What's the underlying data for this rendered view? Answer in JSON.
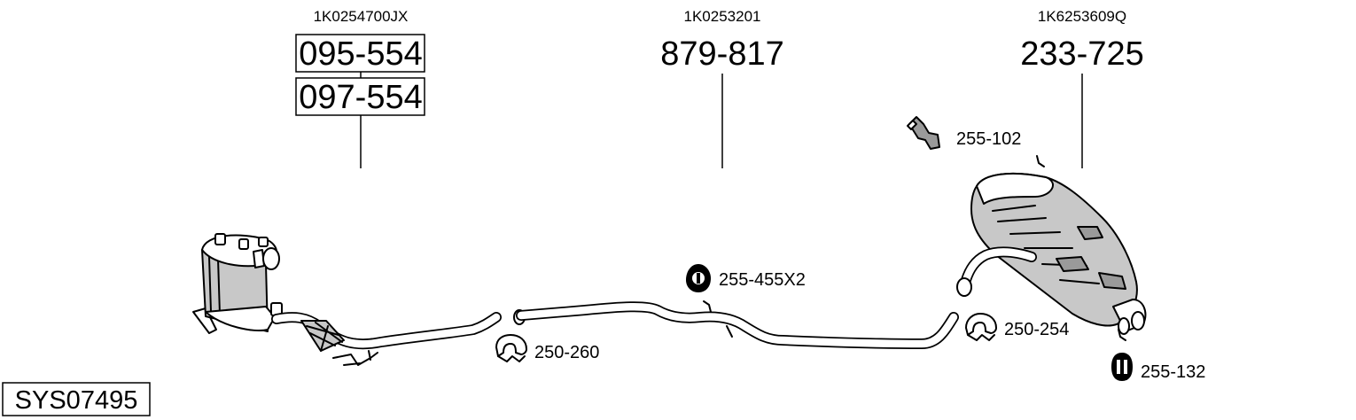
{
  "system_code": "SYS07495",
  "oem_numbers": {
    "dpf": "1K0254700JX",
    "middle": "1K0253201",
    "rear": "1K6253609Q"
  },
  "part_numbers": {
    "dpf_primary": "095-554",
    "dpf_alternate": "097-554",
    "middle_pipe": "879-817",
    "rear_silencer": "233-725"
  },
  "accessories": {
    "clamp_front": "250-260",
    "rubber_mount_middle": "255-455X2",
    "clamp_rear": "250-254",
    "bracket": "255-102",
    "rubber_mount_rear": "255-132"
  }
}
